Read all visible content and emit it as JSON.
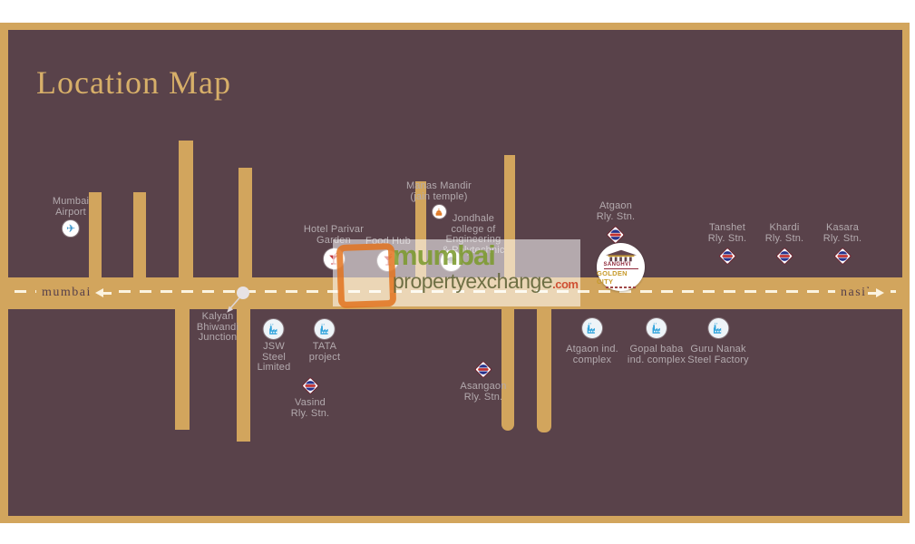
{
  "page_title": "Location Map",
  "road": {
    "left_label": "mumbai",
    "right_label": "nasik"
  },
  "watermark": {
    "word1": "mumbai",
    "word2": "propertyexchange",
    "tld": ".com"
  },
  "project": {
    "name_top": "SANGHVI",
    "name_main": "GOLDEN CITY"
  },
  "icons": {
    "airplane": "✈"
  },
  "palette": {
    "frame_gold": "#d2a55d",
    "panel_maroon": "#59424a",
    "label_text": "#b3aaae",
    "road_text": "#57404a",
    "dash_cream": "#fbf3e0",
    "title_gold": "#d7af69",
    "rail_navy": "#28338c",
    "rail_red": "#c03230",
    "factory_blue": "#2ea2db",
    "cocktail_red": "#c2373b",
    "temple_orange": "#e07b28",
    "airplane_blue": "#3e97cc",
    "wm_green": "#7d9b2f",
    "wm_olive": "#5f6236",
    "wm_red": "#cc3e22",
    "wm_orange": "#e2731f",
    "logo_maroon": "#8d2637",
    "logo_gold": "#c79a2a"
  },
  "markers": [
    {
      "id": "mumbai-airport",
      "icon": "airplane",
      "lines": [
        "Mumbai",
        "Airport"
      ]
    },
    {
      "id": "kalyan-bhiwandi-junction",
      "icon": "junction-dot",
      "lines": [
        "Kalyan",
        "Bhiwandi",
        "Junction"
      ]
    },
    {
      "id": "hotel-parivar-garden",
      "icon": "cocktail",
      "lines": [
        "Hotel Parivar",
        "Garden"
      ]
    },
    {
      "id": "food-hub",
      "icon": "cocktail",
      "lines": [
        "Food Hub"
      ]
    },
    {
      "id": "manas-mandir",
      "icon": "temple",
      "lines": [
        "Manas Mandir",
        "(jain temple)"
      ]
    },
    {
      "id": "jondhale-college",
      "icon": "graduation-cap",
      "lines": [
        "Jondhale",
        "college of",
        "Engineering",
        "& Polytechnic"
      ]
    },
    {
      "id": "atgaon-rly-stn",
      "icon": "railway",
      "lines": [
        "Atgaon",
        "Rly. Stn."
      ]
    },
    {
      "id": "tanshet-rly-stn",
      "icon": "railway",
      "lines": [
        "Tanshet",
        "Rly. Stn."
      ]
    },
    {
      "id": "khardi-rly-stn",
      "icon": "railway",
      "lines": [
        "Khardi",
        "Rly. Stn."
      ]
    },
    {
      "id": "kasara-rly-stn",
      "icon": "railway",
      "lines": [
        "Kasara",
        "Rly. Stn."
      ]
    },
    {
      "id": "jsw-steel-limited",
      "icon": "factory",
      "lines": [
        "JSW",
        "Steel",
        "Limited"
      ]
    },
    {
      "id": "tata-project",
      "icon": "factory",
      "lines": [
        "TATA",
        "project"
      ]
    },
    {
      "id": "vasind-rly-stn",
      "icon": "railway",
      "lines": [
        "Vasind",
        "Rly. Stn."
      ]
    },
    {
      "id": "asangaon-rly-stn",
      "icon": "railway",
      "lines": [
        "Asangaon",
        "Rly. Stn."
      ]
    },
    {
      "id": "atgaon-ind-complex",
      "icon": "factory",
      "lines": [
        "Atgaon ind.",
        "complex"
      ]
    },
    {
      "id": "gopal-baba-ind-complex",
      "icon": "factory",
      "lines": [
        "Gopal baba",
        "ind. complex"
      ]
    },
    {
      "id": "guru-nanak-steel-factory",
      "icon": "factory",
      "lines": [
        "Guru Nanak",
        "Steel Factory"
      ]
    }
  ]
}
